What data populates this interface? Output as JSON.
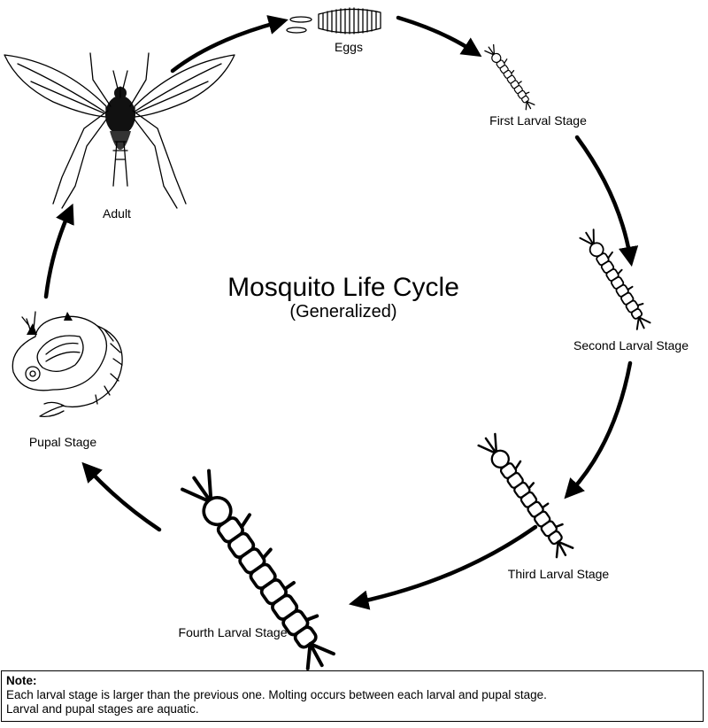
{
  "title": "Mosquito Life Cycle",
  "subtitle": "(Generalized)",
  "stages": {
    "eggs": "Eggs",
    "first_larval": "First Larval Stage",
    "second_larval": "Second Larval Stage",
    "third_larval": "Third Larval Stage",
    "fourth_larval": "Fourth Larval Stage",
    "pupal": "Pupal Stage",
    "adult": "Adult"
  },
  "note": {
    "title": "Note:",
    "line1": "Each larval stage is larger than the previous one.  Molting occurs between each larval and pupal stage.",
    "line2": "Larval and pupal stages are aquatic."
  }
}
